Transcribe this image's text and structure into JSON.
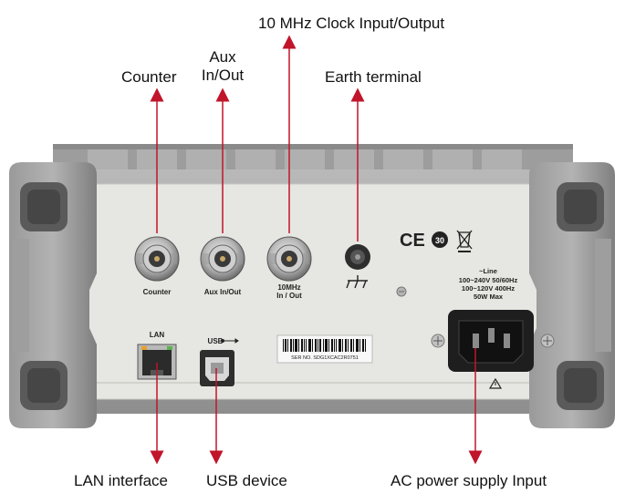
{
  "callouts": {
    "clock": "10 MHz Clock Input/Output",
    "aux_line1": "Aux",
    "aux_line2": "In/Out",
    "counter": "Counter",
    "earth": "Earth terminal",
    "lan": "LAN interface",
    "usb": "USB device",
    "ac": "AC power supply Input"
  },
  "panel": {
    "bnc_counter": "Counter",
    "bnc_aux": "Aux In/Out",
    "bnc_10mhz_line1": "10MHz",
    "bnc_10mhz_line2": "In / Out",
    "lan": "LAN",
    "usb": "USB",
    "power_line1": "~Line",
    "power_line2": "100~240V  50/60Hz",
    "power_line3": "100~120V     400Hz",
    "power_line4": "50W Max",
    "serial": "SER NO. SDG1XCAC2R0751",
    "ce": "CE",
    "rating": "30"
  },
  "colors": {
    "arrow": "#c0152a",
    "panel": "#e6e6e2",
    "frame": "#a4a4a4",
    "handle": "#8c8c8c"
  }
}
